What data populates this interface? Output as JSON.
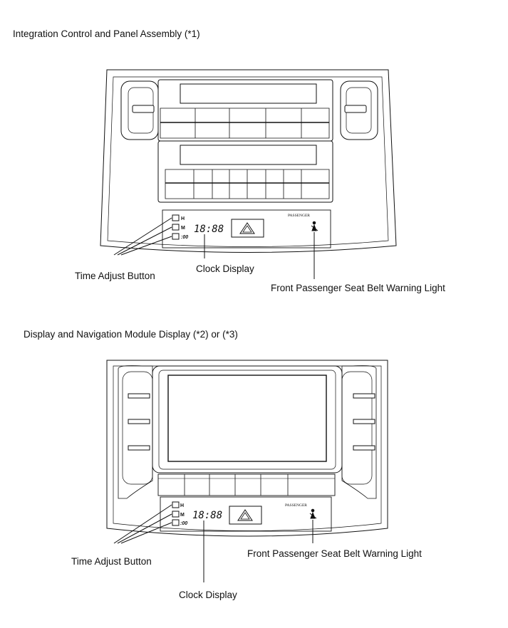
{
  "section1": {
    "title": "Integration Control and Panel Assembly (*1)",
    "callouts": {
      "time_adjust": "Time Adjust Button",
      "clock": "Clock Display",
      "seat_belt": "Front Passenger Seat Belt Warning Light"
    },
    "panel": {
      "button_labels": [
        "H",
        "M",
        ":00"
      ],
      "clock_text": "18:88",
      "passenger_label": "PASSENGER"
    }
  },
  "section2": {
    "title": "Display and Navigation Module Display (*2) or (*3)",
    "callouts": {
      "time_adjust": "Time Adjust Button",
      "clock": "Clock Display",
      "seat_belt": "Front Passenger Seat Belt Warning Light"
    },
    "panel": {
      "button_labels": [
        "H",
        "M",
        ":00"
      ],
      "clock_text": "18:88",
      "passenger_label": "PASSENGER"
    }
  }
}
